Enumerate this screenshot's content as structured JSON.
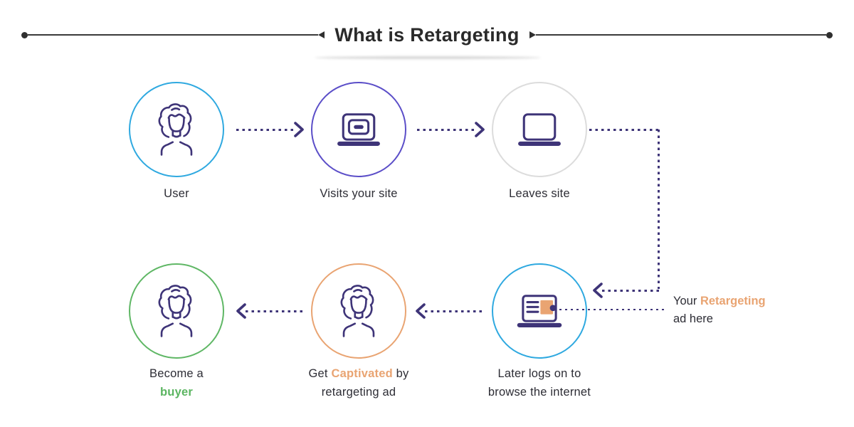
{
  "header": {
    "title": "What is Retargeting"
  },
  "flow": {
    "nodes": [
      {
        "id": "user",
        "icon": "woman",
        "ring_color": "#2fa9e0",
        "label": "User"
      },
      {
        "id": "visits-site",
        "icon": "laptop-open-page",
        "ring_color": "#5b4ec8",
        "label": "Visits your site"
      },
      {
        "id": "leaves-site",
        "icon": "laptop-closed",
        "ring_color": "#dcdcdc",
        "label": "Leaves site"
      },
      {
        "id": "later-logs-on",
        "icon": "laptop-retargeting-ad",
        "ring_color": "#2fa9e0",
        "label_lines": [
          "Later logs on to",
          "browse the internet"
        ]
      },
      {
        "id": "captivated",
        "icon": "woman",
        "ring_color": "#e9a472",
        "label_line1_parts": {
          "pre": "Get ",
          "highlight": "Captivated",
          "post": " by"
        },
        "label_line2": "retargeting ad"
      },
      {
        "id": "buyer",
        "icon": "woman",
        "ring_color": "#5fb765",
        "label_line1": "Become a",
        "label_line2_highlight": "buyer"
      }
    ]
  },
  "annotation": {
    "line1_prefix": "Your ",
    "line1_highlight": "Retargeting",
    "line2": "ad here"
  },
  "colors": {
    "accent_cyan": "#2fa9e0",
    "accent_purple": "#5b4ec8",
    "accent_gray": "#dcdcdc",
    "accent_orange": "#e9a472",
    "accent_green": "#5fb765",
    "icon_stroke": "#3e3478",
    "connector": "#3e3478",
    "text_dark": "#2d2d35",
    "title_dark": "#2a2a2a"
  }
}
